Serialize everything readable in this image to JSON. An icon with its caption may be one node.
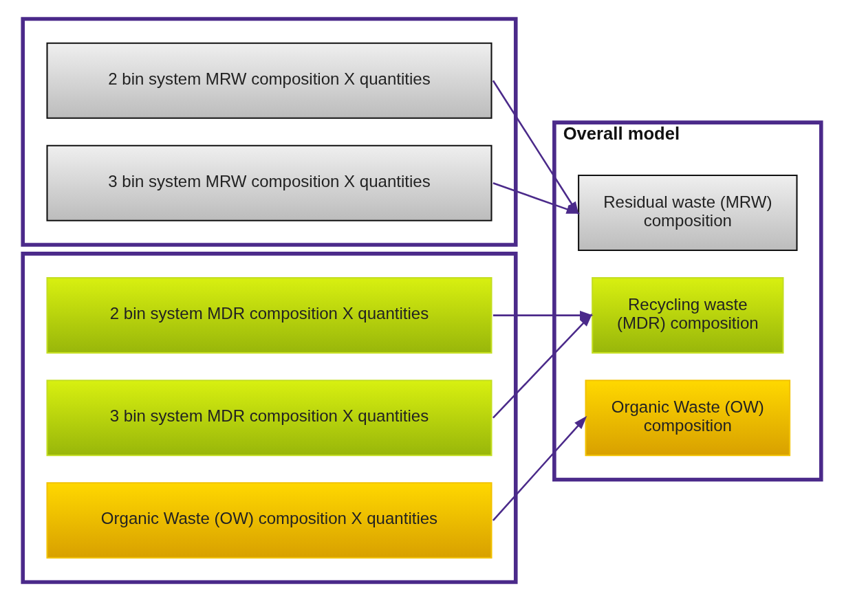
{
  "diagram": {
    "nodes": [
      {
        "text": [],
        "shape": "box"
      },
      {
        "text": [
          "2 bin system MRW composition X quantities"
        ],
        "in": 0
      },
      {
        "text": [
          "3 bin system MRW composition X quantities"
        ],
        "in": 0
      },
      {
        "text": [],
        "shape": "box"
      },
      {
        "text": [
          "2 bin system MDR composition X quantities"
        ],
        "in": 3
      },
      {
        "text": [
          "3 bin system MDR composition X quantities"
        ],
        "in": 3
      },
      {
        "text": [
          "Organic Waste (OW) composition X quantities"
        ],
        "in": 3
      },
      {
        "text": [
          "Overall model"
        ]
      },
      {
        "text": [
          "Residual waste (MRW) composition"
        ],
        "in": 7
      },
      {
        "text": [
          "Recycling waste (MDR) composition"
        ],
        "in": 7
      },
      {
        "text": [
          "Organic Waste (OW) composition"
        ],
        "in": 7
      }
    ],
    "edges": [
      {
        "from": 1,
        "to": 8,
        "arrow": "to"
      },
      {
        "from": 2,
        "to": 8,
        "arrow": "to"
      },
      {
        "from": 4,
        "to": 9,
        "arrow": "to"
      },
      {
        "from": 5,
        "to": 9,
        "arrow": "to"
      },
      {
        "from": 6,
        "to": 10,
        "arrow": "to"
      }
    ]
  }
}
